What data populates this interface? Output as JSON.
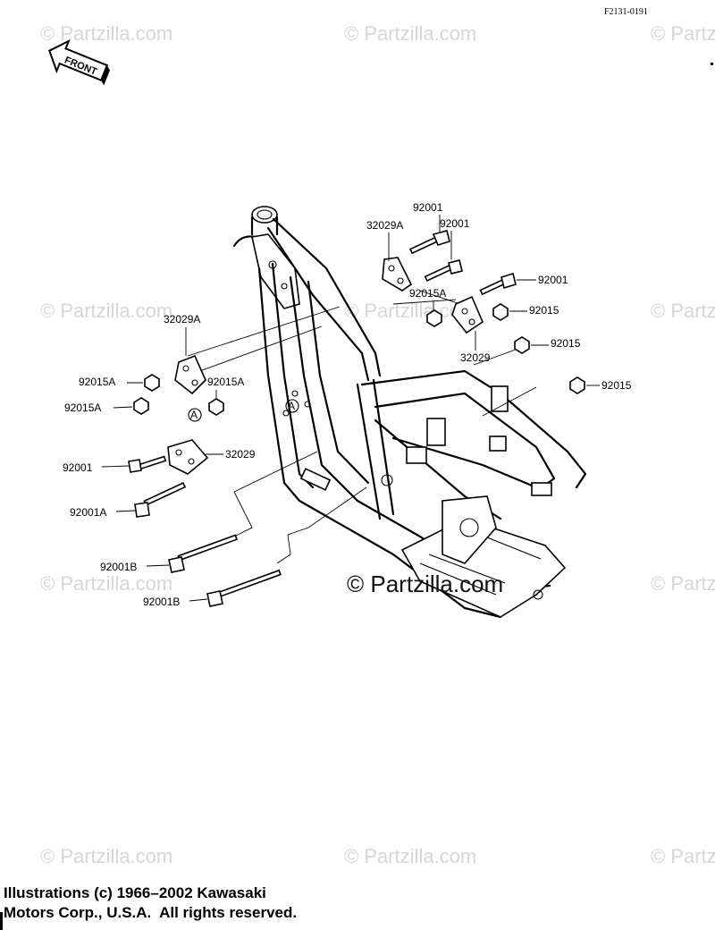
{
  "figure_id": "F2131-0191",
  "front_arrow_label": "FRONT",
  "watermark": "© Partzilla.com",
  "center_watermark": "© Partzilla.com",
  "reference_marker": "A",
  "part_labels": {
    "p1": "92001",
    "p2": "92001",
    "p3": "32029A",
    "p4": "92001",
    "p5": "92015A",
    "p6": "92015",
    "p7": "92015",
    "p8": "32029",
    "p9": "92015",
    "p10": "32029A",
    "p11": "92015A",
    "p12": "92015A",
    "p13": "92015A",
    "p14": "92001",
    "p15": "32029",
    "p16": "92001A",
    "p17": "92001B",
    "p18": "92001B"
  },
  "copyright_line1": "Illustrations (c) 1966–2002 Kawasaki",
  "copyright_line2": "Motors Corp., U.S.A.  All rights reserved."
}
